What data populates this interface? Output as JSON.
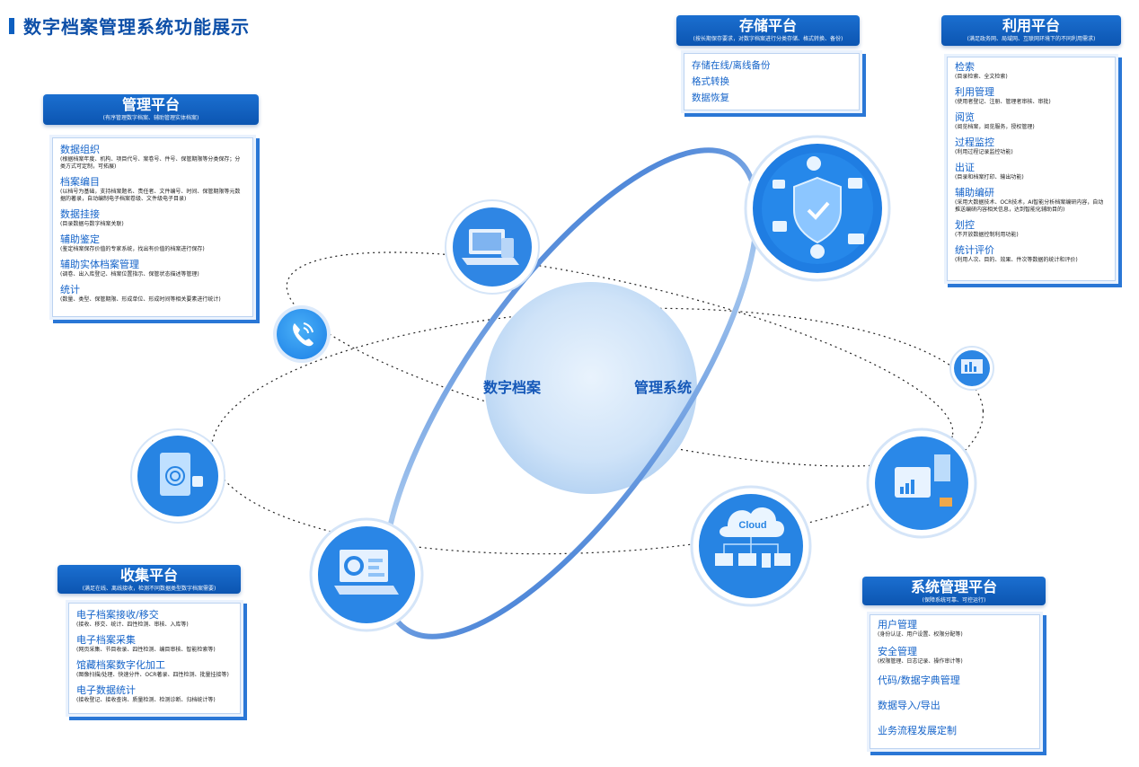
{
  "page_title": "数字档案管理系统功能展示",
  "center": {
    "left": "数字档案",
    "right": "管理系统"
  },
  "nodes": {
    "cloud_label": "Cloud"
  },
  "colors": {
    "accent": "#1463c9",
    "header_bg": "#0c55b1",
    "center_sphere": "#cfe3f8"
  },
  "panels": {
    "management": {
      "title": "管理平台",
      "subtitle": "(有序管理数字档案、辅助管理实体档案)",
      "items": [
        {
          "title": "数据组织",
          "desc": "(根据档案年度、机构、项目代号、案卷号、件号、保管期限等分类保存；分类方式可定制，可拓展)"
        },
        {
          "title": "档案编目",
          "desc": "(以档号为基础，支持档案题名、责任者、文件编号、时间、保管期限等元数据的著录，自动编制电子档案卷级、文件级电子目录)"
        },
        {
          "title": "数据挂接",
          "desc": "(目录数据与数字档案关联)"
        },
        {
          "title": "辅助鉴定",
          "desc": "(鉴定档案保存价值的专家系统，找出有价值的档案进行保存)"
        },
        {
          "title": "辅助实体档案管理",
          "desc": "(调卷、出入库登记、档案位置指示、保管状态描述等管理)"
        },
        {
          "title": "统计",
          "desc": "(数量、类型、保管期限、形成单位、形成时间等相关要素进行统计)"
        }
      ]
    },
    "storage": {
      "title": "存储平台",
      "subtitle": "(按长期保存要求，对数字档案进行分类存储、格式转换、备份)",
      "items": [
        "存储在线/离线备份",
        "格式转换",
        "数据恢复"
      ]
    },
    "utilization": {
      "title": "利用平台",
      "subtitle": "(满足政务网、局域网、互联网环境下的不同利用需求)",
      "items": [
        {
          "title": "检索",
          "desc": "(目录检索、全文检索)"
        },
        {
          "title": "利用管理",
          "desc": "(使用者登记、注册、管理者审核、审批)"
        },
        {
          "title": "阅览",
          "desc": "(阅览档案，阅览服务，授权管理)"
        },
        {
          "title": "过程监控",
          "desc": "(利用过程记录监控功能)"
        },
        {
          "title": "出证",
          "desc": "(目录和档案打印、输出功能)"
        },
        {
          "title": "辅助编研",
          "desc": "(采用大数据技术、OCR技术，AI智能分析档案编研内容，自动推送编研内容相关信息，达到智能化辅助目的)"
        },
        {
          "title": "划控",
          "desc": "(不开放数据控制利用功能)"
        },
        {
          "title": "统计评价",
          "desc": "(利用人次、目的、效果、件次等数据的统计和评价)"
        }
      ]
    },
    "collection": {
      "title": "收集平台",
      "subtitle": "(满足在线、离线接收，检测不同数据类型数字档案需要)",
      "items": [
        {
          "title": "电子档案接收/移交",
          "desc": "(接收、移交、统计、四性检测、审核、入库等)"
        },
        {
          "title": "电子档案采集",
          "desc": "(网页采集、节目收录、四性检测、编目审核、智能检索等)"
        },
        {
          "title": "馆藏档案数字化加工",
          "desc": "(图像扫描/处理、快速分件、OCR著录、四性检测、批量挂接等)"
        },
        {
          "title": "电子数据统计",
          "desc": "(接收登记、接收查询、质量检测、检测诊断、归档统计等)"
        }
      ]
    },
    "system": {
      "title": "系统管理平台",
      "subtitle": "(保障系统可靠、可控运行)",
      "items": [
        {
          "title": "用户管理",
          "desc": "(身份认证、用户设置、权限分配等)"
        },
        {
          "title": "安全管理",
          "desc": "(权限管理、日志记录、操作审计等)"
        },
        {
          "title": "代码/数据字典管理",
          "desc": ""
        },
        {
          "title": "数据导入/导出",
          "desc": ""
        },
        {
          "title": "业务流程发展定制",
          "desc": ""
        }
      ]
    }
  }
}
